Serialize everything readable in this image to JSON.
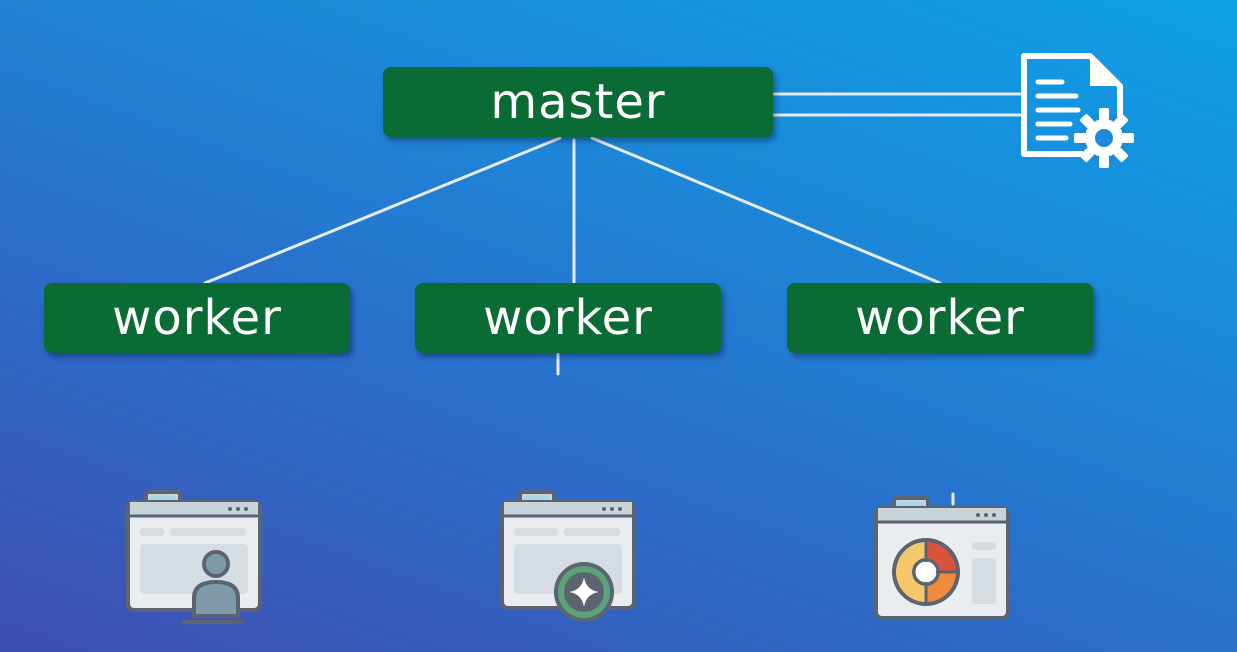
{
  "diagram": {
    "master": {
      "label": "master"
    },
    "workers": [
      {
        "label": "worker"
      },
      {
        "label": "worker"
      },
      {
        "label": "worker"
      }
    ],
    "icons": {
      "config": "config-document-gear-icon",
      "app_1": "user-window-icon",
      "app_2": "star-window-icon",
      "app_3": "donut-chart-window-icon"
    }
  },
  "colors": {
    "node_fill": "#0b6b35",
    "node_text": "#ffffff",
    "connector": "#e4ebf2",
    "background_start": "#3f4fb0",
    "background_end": "#0ea0e6"
  }
}
